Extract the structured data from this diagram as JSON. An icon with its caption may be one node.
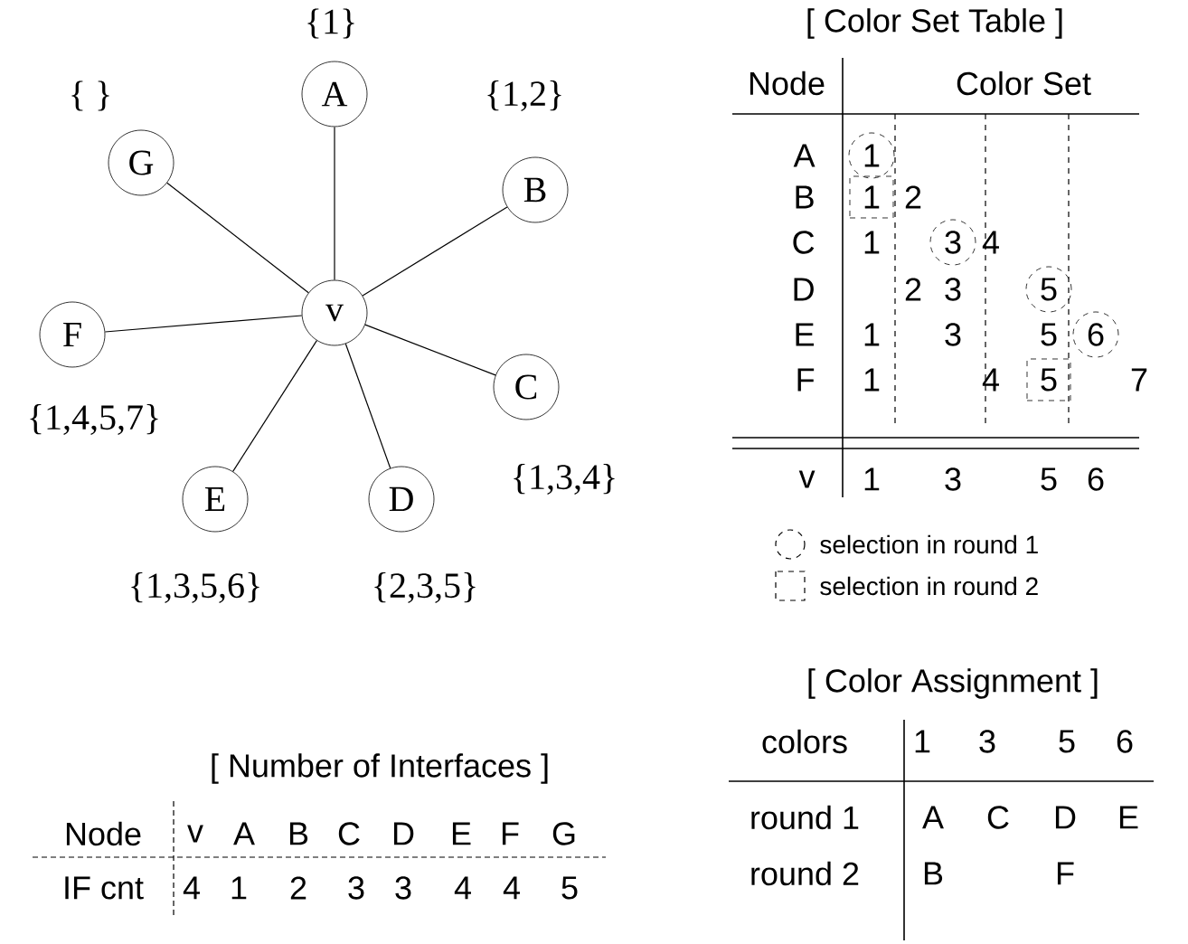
{
  "diagram": {
    "nodes": [
      {
        "text": [
          "v"
        ]
      },
      {
        "text": [
          "A"
        ],
        "beside": [
          "{1}"
        ]
      },
      {
        "text": [
          "B"
        ],
        "beside": [
          "{1,2}"
        ]
      },
      {
        "text": [
          "C"
        ],
        "beside": [
          "{1,3,4}"
        ]
      },
      {
        "text": [
          "D"
        ],
        "beside": [
          "{2,3,5}"
        ]
      },
      {
        "text": [
          "E"
        ],
        "beside": [
          "{1,3,5,6}"
        ]
      },
      {
        "text": [
          "F"
        ],
        "beside": [
          "{1,4,5,7}"
        ]
      },
      {
        "text": [
          "G"
        ],
        "beside": [
          "{ }"
        ]
      }
    ],
    "edges": [
      {
        "from": 0,
        "to": 1,
        "arrow": "none"
      },
      {
        "from": 0,
        "to": 2,
        "arrow": "none"
      },
      {
        "from": 0,
        "to": 3,
        "arrow": "none"
      },
      {
        "from": 0,
        "to": 4,
        "arrow": "none"
      },
      {
        "from": 0,
        "to": 5,
        "arrow": "none"
      },
      {
        "from": 0,
        "to": 6,
        "arrow": "none"
      },
      {
        "from": 0,
        "to": 7,
        "arrow": "none"
      }
    ],
    "labels": [
      "[ Color Set Table ]",
      "Node",
      "Color Set",
      "A",
      "1",
      "B",
      "1",
      "2",
      "C",
      "1",
      "3",
      "4",
      "D",
      "2",
      "3",
      "5",
      "E",
      "1",
      "3",
      "5",
      "6",
      "F",
      "1",
      "4",
      "5",
      "7",
      "v",
      "1",
      "3",
      "5",
      "6",
      "[ Number of Interfaces ]",
      "Node",
      "v",
      "A",
      "B",
      "C",
      "D",
      "E",
      "F",
      "G",
      "IF cnt",
      "4",
      "1",
      "2",
      "3",
      "3",
      "4",
      "4",
      "5",
      "[ Color Assignment ]",
      "colors",
      "1",
      "3",
      "5",
      "6",
      "round 1",
      "A",
      "C",
      "D",
      "E",
      "round 2",
      "B",
      "F"
    ],
    "legend": [
      {
        "text": "selection in round 1"
      },
      {
        "text": "selection in round 2"
      }
    ]
  }
}
